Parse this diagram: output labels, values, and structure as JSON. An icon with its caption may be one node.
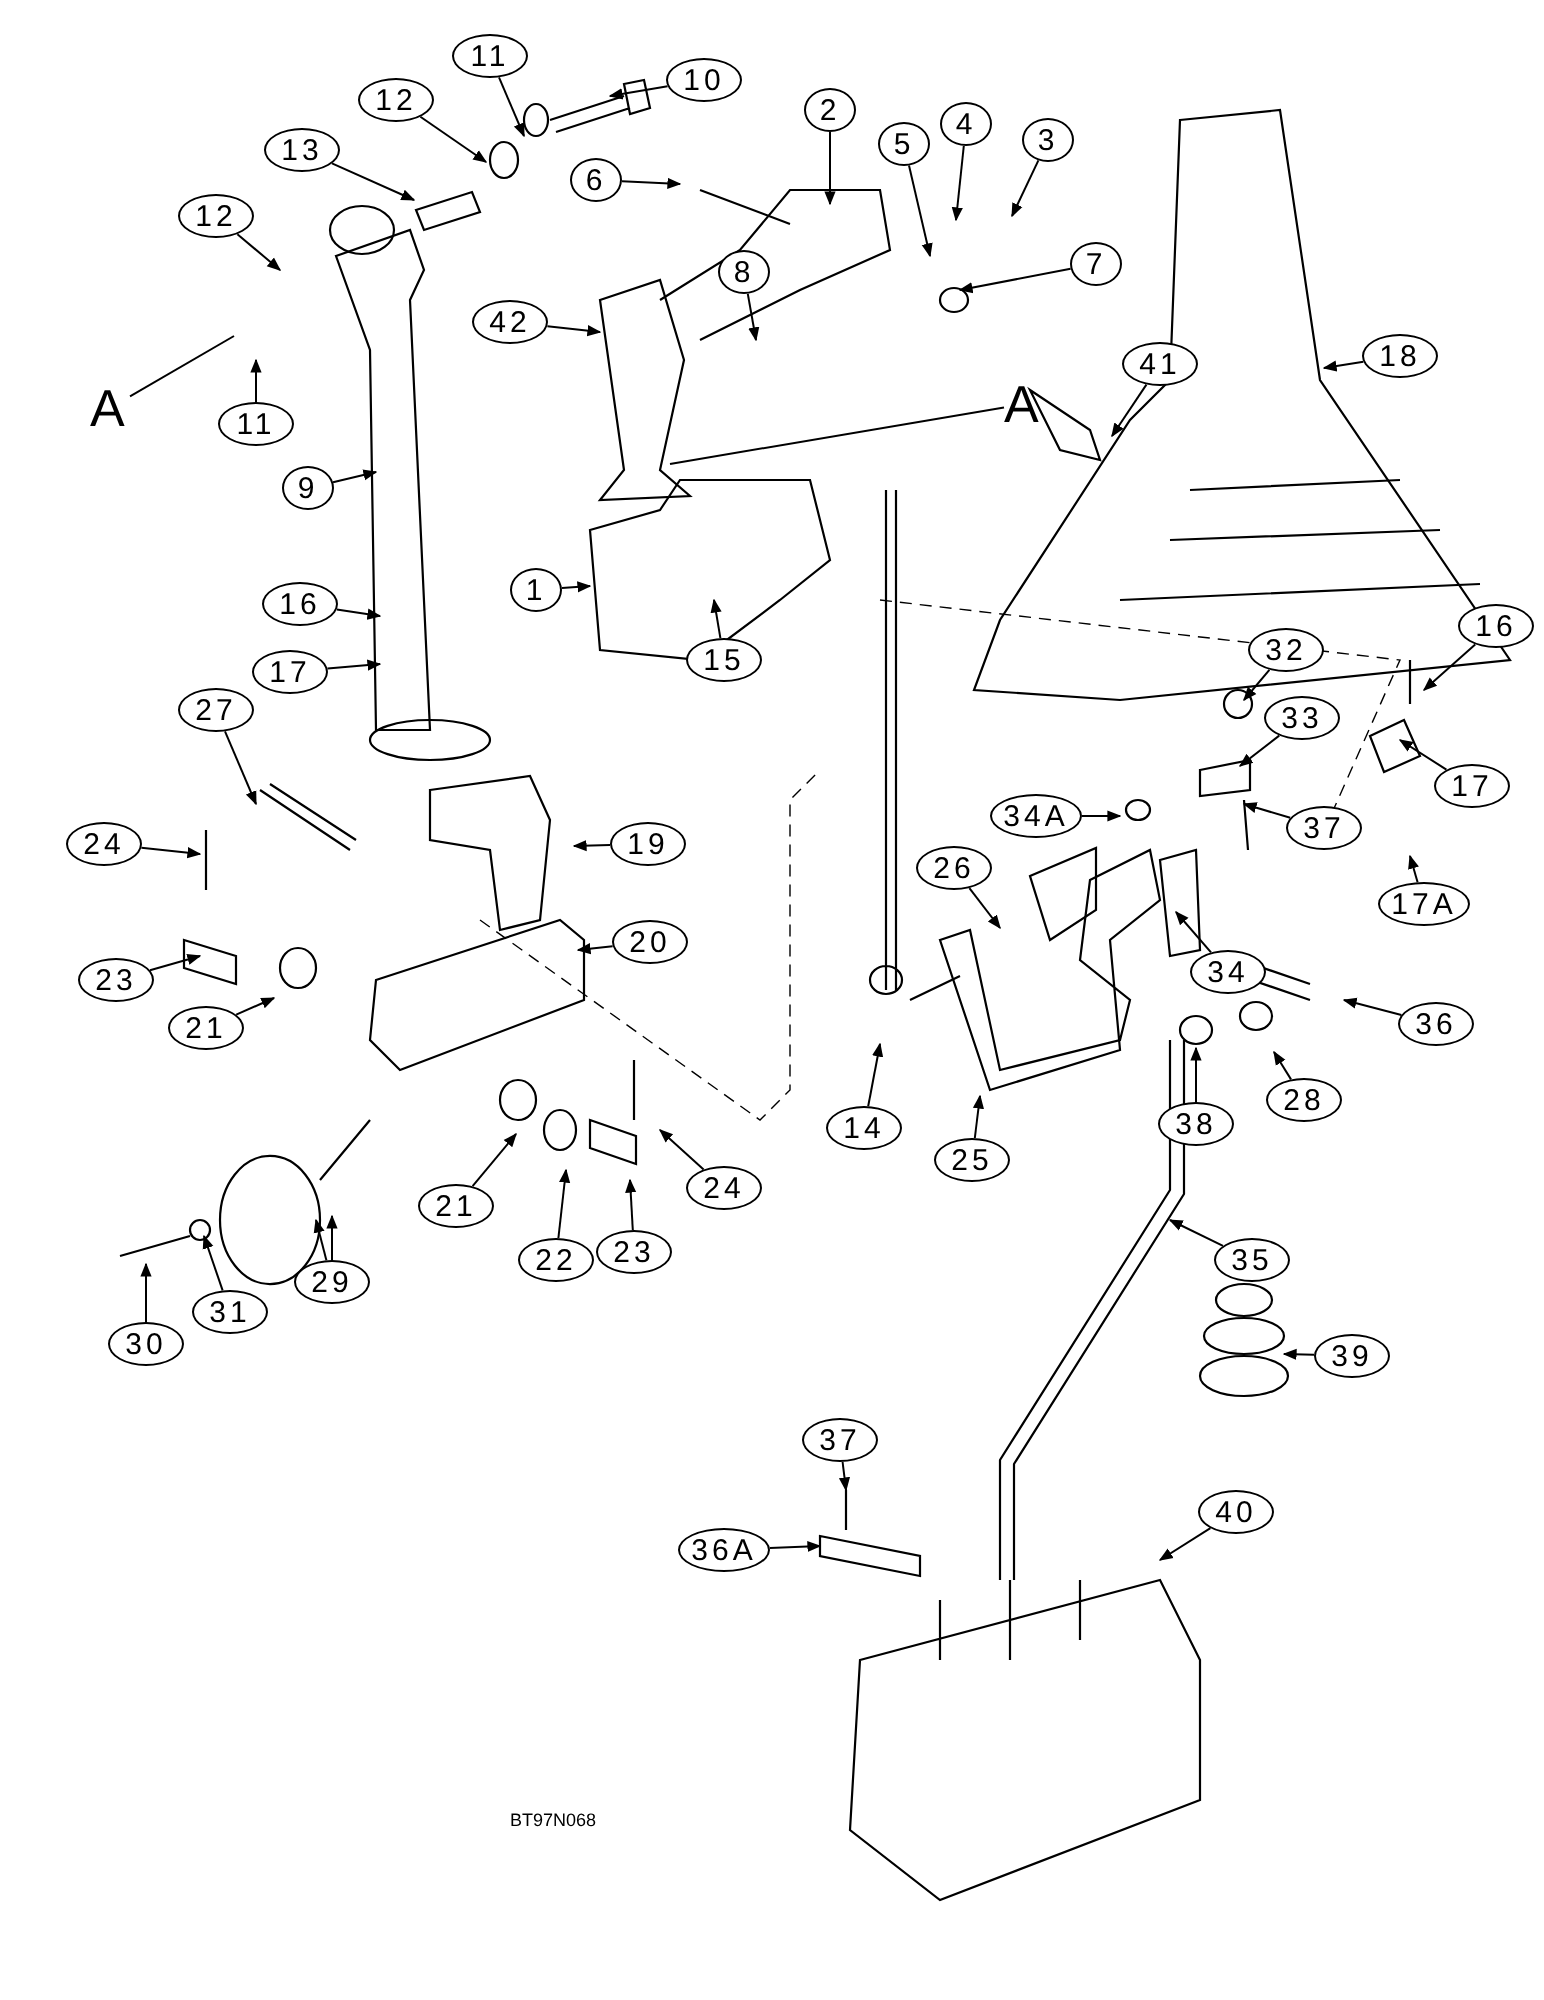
{
  "diagram": {
    "nodes": [
      {
        "text": [
          "10"
        ]
      },
      {
        "text": [
          "11"
        ]
      },
      {
        "text": [
          "12"
        ]
      },
      {
        "text": [
          "13"
        ]
      },
      {
        "text": [
          "2"
        ]
      },
      {
        "text": [
          "5"
        ]
      },
      {
        "text": [
          "4"
        ]
      },
      {
        "text": [
          "3"
        ]
      },
      {
        "text": [
          "6"
        ]
      },
      {
        "text": [
          "8"
        ]
      },
      {
        "text": [
          "7"
        ]
      },
      {
        "text": [
          "A"
        ]
      },
      {
        "text": [
          "12"
        ]
      },
      {
        "text": [
          "A"
        ]
      },
      {
        "text": [
          "11"
        ]
      },
      {
        "text": [
          "42"
        ]
      },
      {
        "text": [
          "9"
        ]
      },
      {
        "text": [
          "41"
        ]
      },
      {
        "text": [
          "18"
        ]
      },
      {
        "text": [
          "1"
        ]
      },
      {
        "text": [
          "15"
        ]
      },
      {
        "text": [
          "16"
        ]
      },
      {
        "text": [
          "17"
        ]
      },
      {
        "text": [
          "27"
        ]
      },
      {
        "text": [
          "24"
        ]
      },
      {
        "text": [
          "19"
        ]
      },
      {
        "text": [
          "23"
        ]
      },
      {
        "text": [
          "20"
        ]
      },
      {
        "text": [
          "21"
        ]
      },
      {
        "text": [
          "21"
        ]
      },
      {
        "text": [
          "22"
        ]
      },
      {
        "text": [
          "23"
        ]
      },
      {
        "text": [
          "24"
        ]
      },
      {
        "text": [
          "29"
        ]
      },
      {
        "text": [
          "30"
        ]
      },
      {
        "text": [
          "31"
        ]
      },
      {
        "text": [
          "14"
        ]
      },
      {
        "text": [
          "25"
        ]
      },
      {
        "text": [
          "26"
        ]
      },
      {
        "text": [
          "32"
        ]
      },
      {
        "text": [
          "16"
        ]
      },
      {
        "text": [
          "33"
        ]
      },
      {
        "text": [
          "17"
        ]
      },
      {
        "text": [
          "34A"
        ]
      },
      {
        "text": [
          "37"
        ]
      },
      {
        "text": [
          "17A"
        ]
      },
      {
        "text": [
          "34"
        ]
      },
      {
        "text": [
          "36"
        ]
      },
      {
        "text": [
          "28"
        ]
      },
      {
        "text": [
          "38"
        ]
      },
      {
        "text": [
          "35"
        ]
      },
      {
        "text": [
          "39"
        ]
      },
      {
        "text": [
          "37"
        ]
      },
      {
        "text": [
          "36A"
        ]
      },
      {
        "text": [
          "40"
        ]
      }
    ],
    "edges": [
      {
        "from": 0,
        "to": null,
        "arrow": "to"
      },
      {
        "from": 1,
        "to": null,
        "arrow": "to"
      },
      {
        "from": 2,
        "to": null,
        "arrow": "to"
      },
      {
        "from": 3,
        "to": null,
        "arrow": "to"
      },
      {
        "from": 4,
        "to": null,
        "arrow": "to"
      },
      {
        "from": 5,
        "to": null,
        "arrow": "to"
      },
      {
        "from": 6,
        "to": null,
        "arrow": "to"
      },
      {
        "from": 7,
        "to": null,
        "arrow": "to"
      },
      {
        "from": 8,
        "to": null,
        "arrow": "to"
      },
      {
        "from": 9,
        "to": null,
        "arrow": "to"
      },
      {
        "from": 10,
        "to": null,
        "arrow": "to"
      },
      {
        "from": 11,
        "to": null,
        "arrow": "none"
      },
      {
        "from": 12,
        "to": null,
        "arrow": "to"
      },
      {
        "from": 13,
        "to": null,
        "arrow": "none"
      },
      {
        "from": 14,
        "to": null,
        "arrow": "to"
      },
      {
        "from": 15,
        "to": null,
        "arrow": "to"
      },
      {
        "from": 16,
        "to": null,
        "arrow": "to"
      },
      {
        "from": 17,
        "to": null,
        "arrow": "to"
      },
      {
        "from": 18,
        "to": null,
        "arrow": "to"
      },
      {
        "from": 19,
        "to": null,
        "arrow": "to"
      },
      {
        "from": 20,
        "to": null,
        "arrow": "to"
      },
      {
        "from": 21,
        "to": null,
        "arrow": "to"
      },
      {
        "from": 22,
        "to": null,
        "arrow": "to"
      },
      {
        "from": 23,
        "to": null,
        "arrow": "to"
      },
      {
        "from": 24,
        "to": null,
        "arrow": "to"
      },
      {
        "from": 25,
        "to": null,
        "arrow": "to"
      },
      {
        "from": 26,
        "to": null,
        "arrow": "to"
      },
      {
        "from": 27,
        "to": null,
        "arrow": "to"
      },
      {
        "from": 28,
        "to": null,
        "arrow": "to"
      },
      {
        "from": 29,
        "to": null,
        "arrow": "to"
      },
      {
        "from": 30,
        "to": null,
        "arrow": "to"
      },
      {
        "from": 31,
        "to": null,
        "arrow": "to"
      },
      {
        "from": 32,
        "to": null,
        "arrow": "to"
      },
      {
        "from": 33,
        "to": null,
        "arrow": "to"
      },
      {
        "from": 33,
        "to": null,
        "arrow": "to"
      },
      {
        "from": 34,
        "to": null,
        "arrow": "to"
      },
      {
        "from": 35,
        "to": null,
        "arrow": "to"
      },
      {
        "from": 36,
        "to": null,
        "arrow": "to"
      },
      {
        "from": 37,
        "to": null,
        "arrow": "to"
      },
      {
        "from": 38,
        "to": null,
        "arrow": "to"
      },
      {
        "from": 39,
        "to": null,
        "arrow": "to"
      },
      {
        "from": 40,
        "to": null,
        "arrow": "to"
      },
      {
        "from": 41,
        "to": null,
        "arrow": "to"
      },
      {
        "from": 42,
        "to": null,
        "arrow": "to"
      },
      {
        "from": 43,
        "to": null,
        "arrow": "to"
      },
      {
        "from": 44,
        "to": null,
        "arrow": "to"
      },
      {
        "from": 45,
        "to": null,
        "arrow": "to"
      },
      {
        "from": 46,
        "to": null,
        "arrow": "to"
      },
      {
        "from": 47,
        "to": null,
        "arrow": "to"
      },
      {
        "from": 48,
        "to": null,
        "arrow": "to"
      },
      {
        "from": 49,
        "to": null,
        "arrow": "to"
      },
      {
        "from": 50,
        "to": null,
        "arrow": "to"
      },
      {
        "from": 51,
        "to": null,
        "arrow": "to"
      },
      {
        "from": 52,
        "to": null,
        "arrow": "to"
      },
      {
        "from": 53,
        "to": null,
        "arrow": "to"
      },
      {
        "from": 54,
        "to": null,
        "arrow": "to"
      }
    ],
    "labels": [
      "BT97N068"
    ]
  }
}
